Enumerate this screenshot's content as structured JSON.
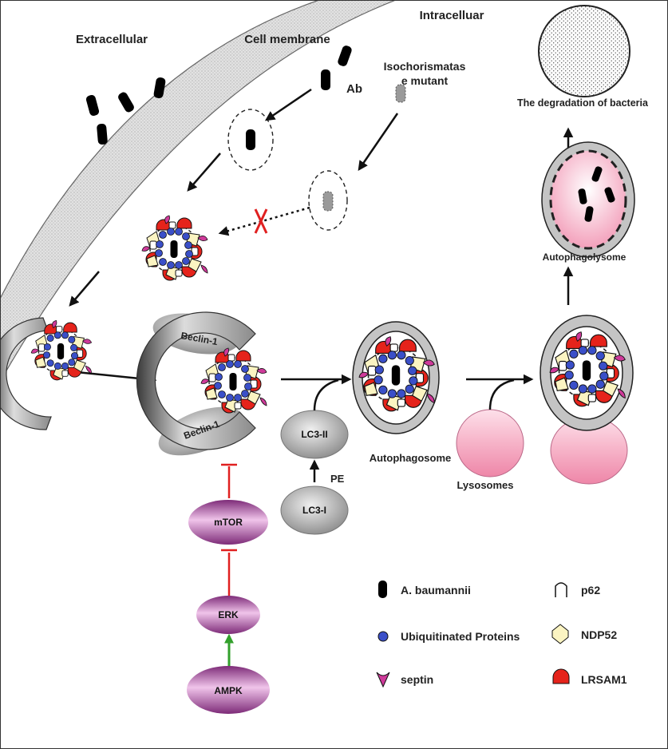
{
  "regions": {
    "extracellular": "Extracellular",
    "cell_membrane": "Cell membrane",
    "intracellular": "Intracelluar"
  },
  "labels": {
    "ab": "Ab",
    "mutant_line1": "Isochorismatas",
    "mutant_line2": "e mutant",
    "degradation": "The degradation of bacteria",
    "autophagolysome": "Autophagolysome",
    "autophagosome": "Autophagosome",
    "lysosomes": "Lysosomes",
    "pe": "PE",
    "beclin_top": "Beclin-1",
    "beclin_bottom": "Beclin-1"
  },
  "pills": {
    "lc3_ii": "LC3-II",
    "lc3_i": "LC3-I",
    "mtor": "mTOR",
    "erk": "ERK",
    "ampk": "AMPK"
  },
  "legend": {
    "a_baumannii": "A. baumannii",
    "ubiquitinated": "Ubiquitinated Proteins",
    "septin": "septin",
    "p62": "p62",
    "ndp52": "NDP52",
    "lrsam1": "LRSAM1"
  },
  "colors": {
    "inhibit": "#e02020",
    "activate": "#33a02c",
    "pill_purple": "#b06aa8",
    "lysosome_pink": "#f6b5c8",
    "ubiquitin_blue": "#3a4fc8",
    "lrsam1_red": "#e5231b",
    "ndp52_cream": "#fbf4c2"
  }
}
